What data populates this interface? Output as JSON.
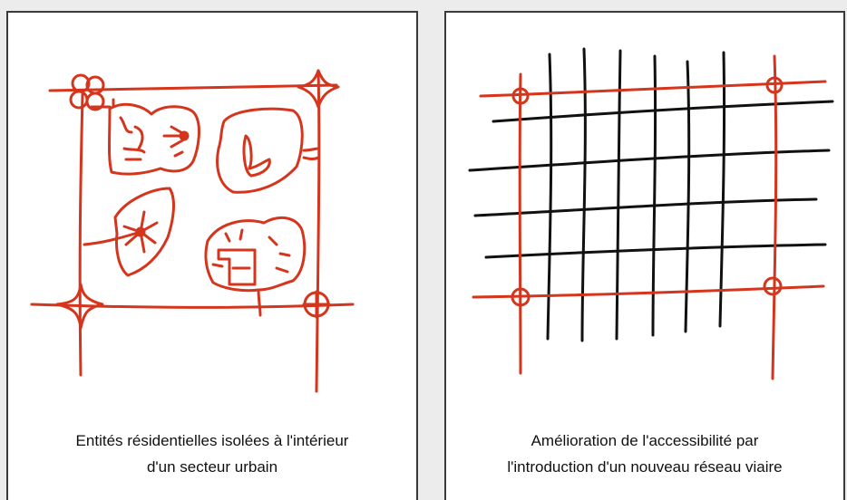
{
  "colors": {
    "red": "#d4351c",
    "black": "#111111",
    "border": "#3a3a3a"
  },
  "left_panel": {
    "caption_line1": "Entités résidentielles isolées à l'intérieur",
    "caption_line2": "d'un secteur urbain"
  },
  "right_panel": {
    "caption_line1": "Amélioration de l'accessibilité par",
    "caption_line2": "l'introduction d'un nouveau réseau viaire"
  }
}
